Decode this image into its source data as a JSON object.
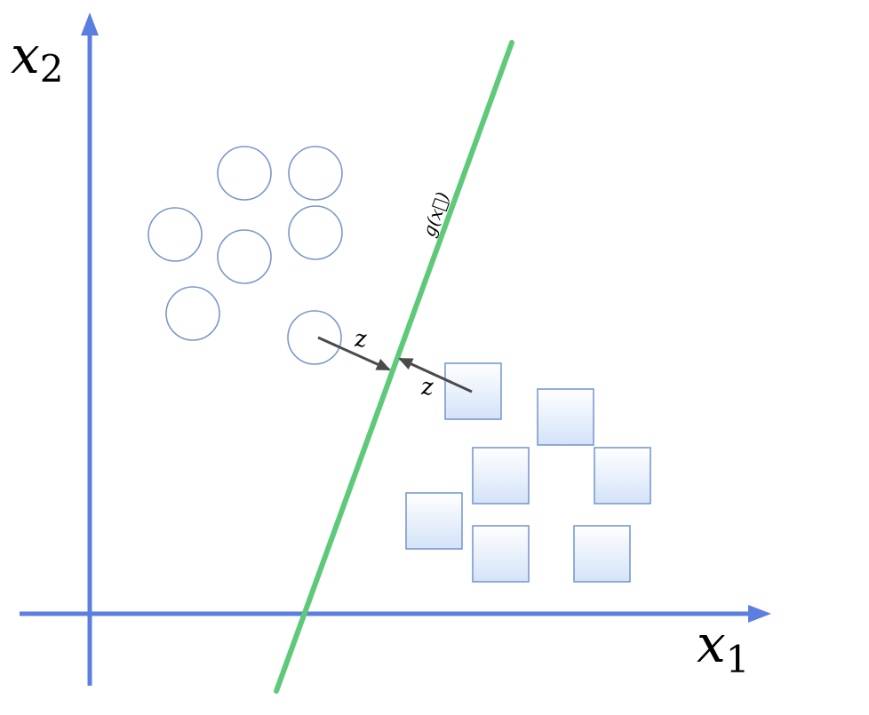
{
  "axes": {
    "x_label": {
      "base": "x",
      "sub": "1"
    },
    "y_label": {
      "base": "x",
      "sub": "2"
    }
  },
  "boundary": {
    "label": "g(x⃗)"
  },
  "margin": {
    "label_left": "z",
    "label_right": "z"
  },
  "classes": {
    "circles_count": 7,
    "squares_count": 7
  },
  "colors": {
    "axis": "#5b7fe0",
    "boundary": "#5fc97a",
    "circle_stroke": "#7a98c8",
    "square_stroke": "#7a9ad0",
    "square_fill_top": "#ffffff",
    "square_fill_bottom": "#d4e3f8",
    "arrow": "#4a4a4a"
  }
}
